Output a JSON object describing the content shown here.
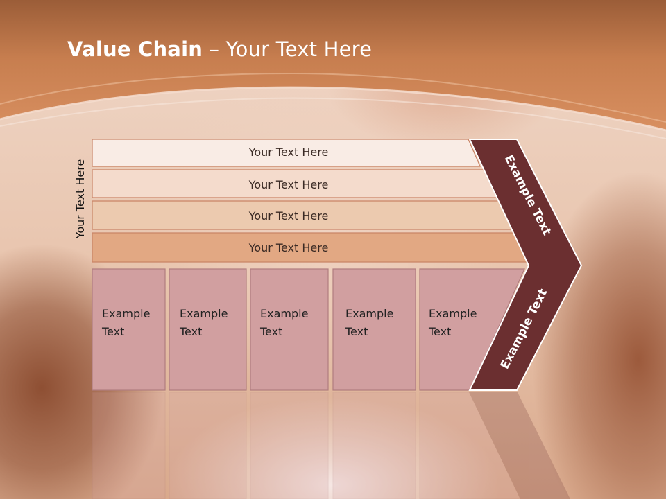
{
  "title": {
    "bold": "Value Chain",
    "rest": " – Your Text Here"
  },
  "side_label": "Your Text Here",
  "bars": [
    {
      "label": "Your Text Here",
      "fill": "#f9ece5"
    },
    {
      "label": "Your Text Here",
      "fill": "#f4dbcc"
    },
    {
      "label": "Your Text Here",
      "fill": "#eccaaf"
    },
    {
      "label": "Your Text Here",
      "fill": "#e2a883"
    }
  ],
  "columns": [
    {
      "line1": "Example",
      "line2": "Text"
    },
    {
      "line1": "Example",
      "line2": "Text"
    },
    {
      "line1": "Example",
      "line2": "Text"
    },
    {
      "line1": "Example",
      "line2": "Text"
    },
    {
      "line1": "Example",
      "line2": "Text"
    }
  ],
  "chevron_top_text": "Example Text",
  "chevron_bottom_text": "Example Text",
  "colors": {
    "header": "#c87b4d",
    "column_fill": "#d19fa0",
    "column_stroke": "#b07c7e",
    "chevron": "#6b2f30",
    "bar_stroke": "#c98466"
  }
}
